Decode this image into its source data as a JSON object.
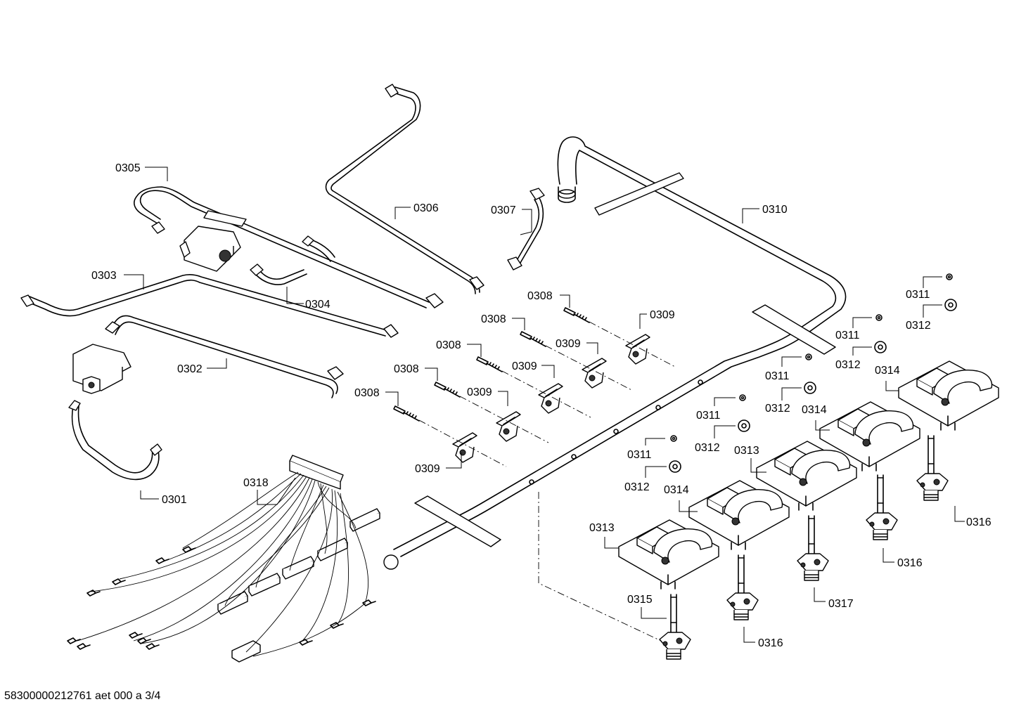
{
  "labels": {
    "p0301": "0301",
    "p0302": "0302",
    "p0303": "0303",
    "p0304": "0304",
    "p0305": "0305",
    "p0306": "0306",
    "p0307": "0307",
    "p0308": "0308",
    "p0309": "0309",
    "p0310": "0310",
    "p0311": "0311",
    "p0312": "0312",
    "p0313": "0313",
    "p0314": "0314",
    "p0315": "0315",
    "p0316": "0316",
    "p0317": "0317",
    "p0318": "0318"
  },
  "footer": "58300000212761 aet 000 a 3/4"
}
